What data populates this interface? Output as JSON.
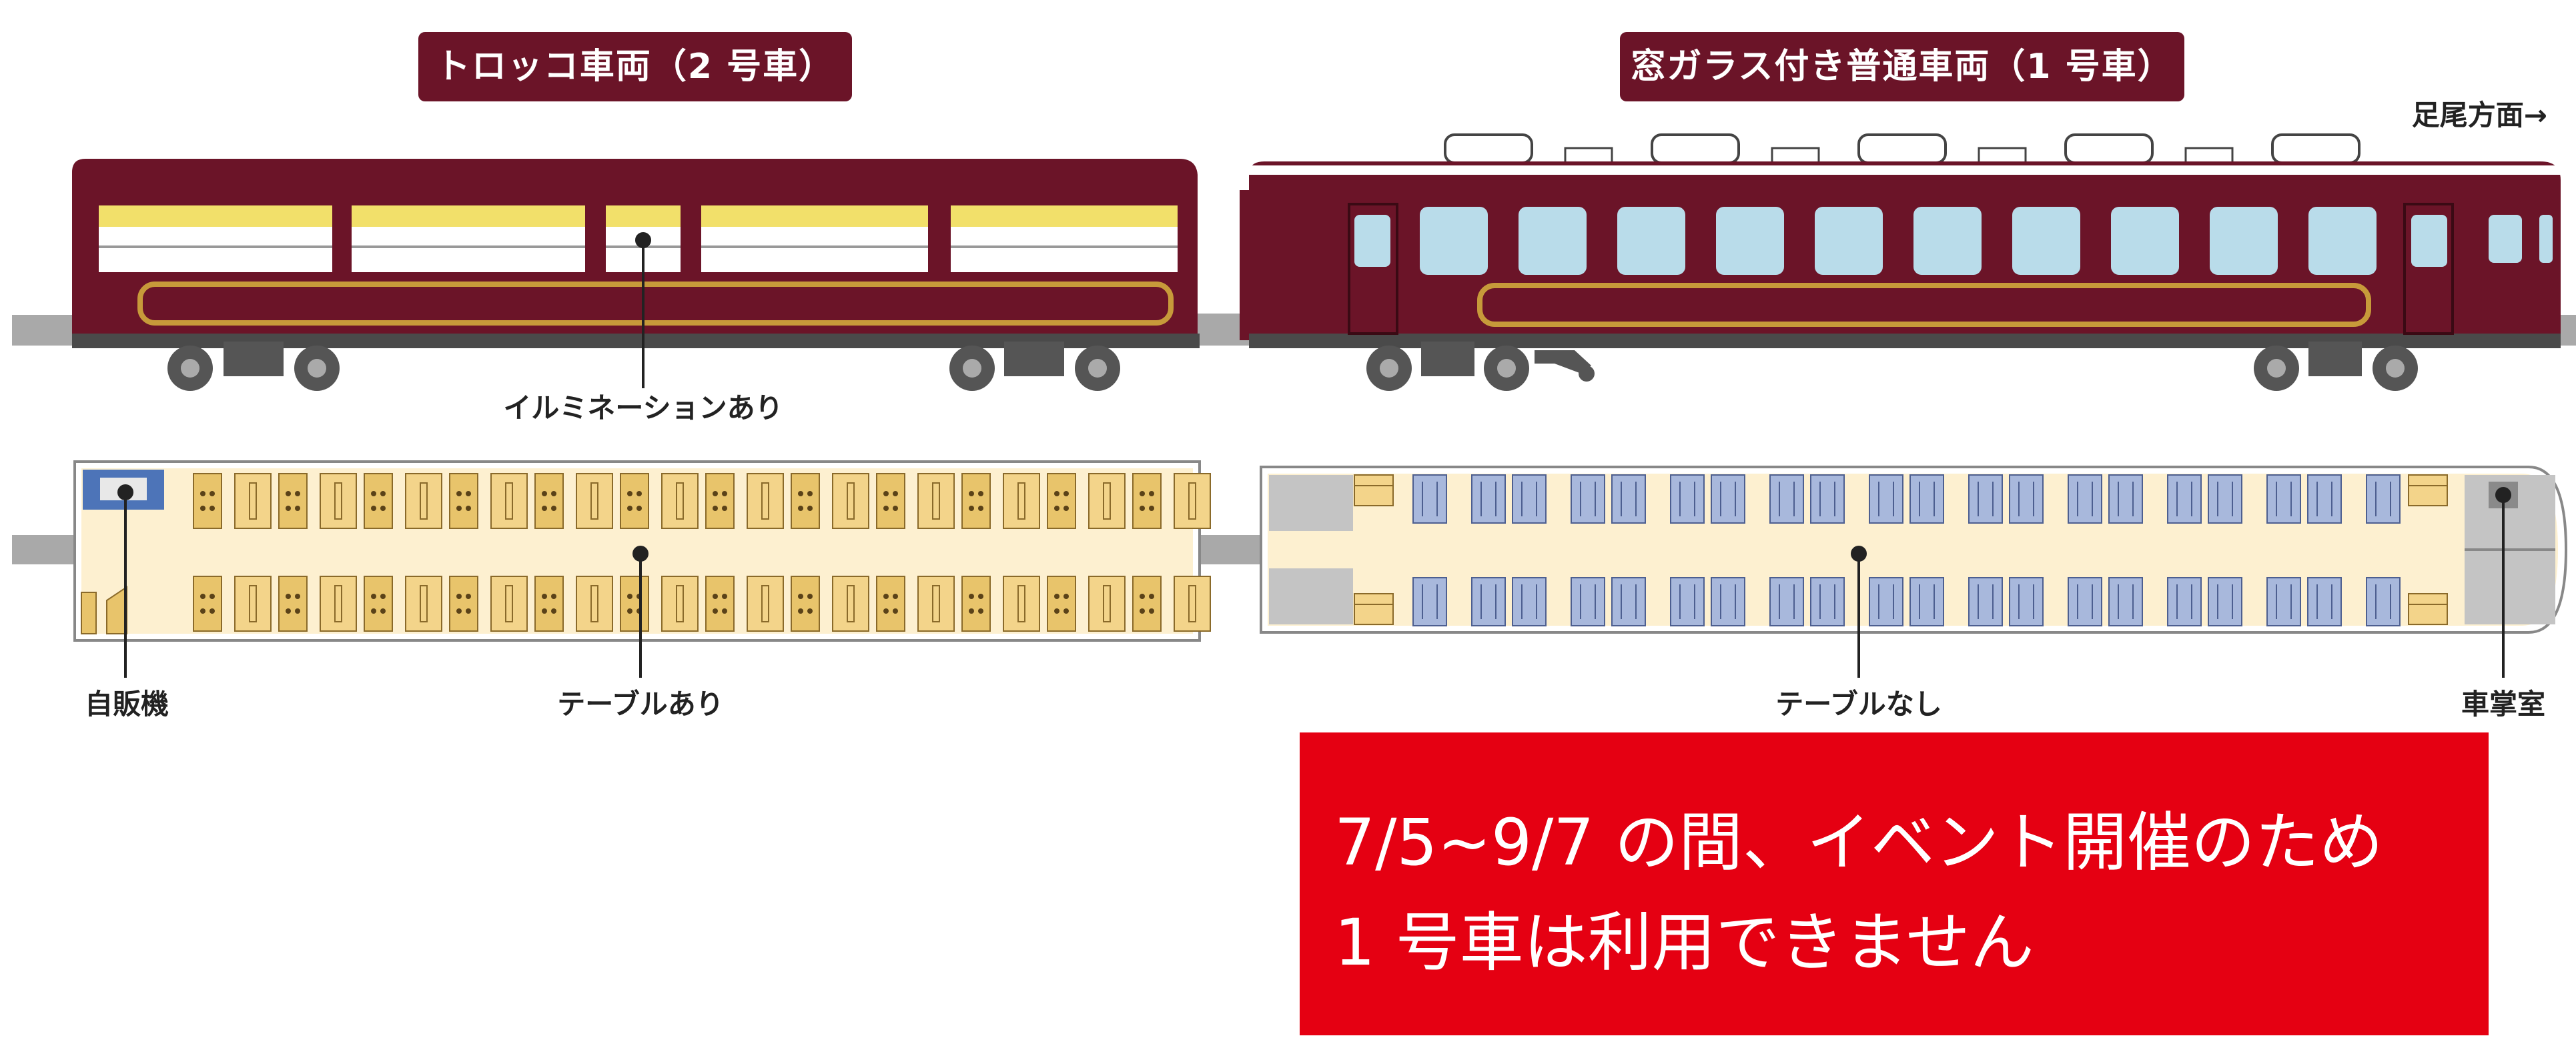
{
  "car2": {
    "title": "トロッコ車両（2 号車）"
  },
  "car1": {
    "title": "窓ガラス付き普通車両（1 号車）"
  },
  "direction": "足尾方面→",
  "labels": {
    "illumination": "イルミネーションあり",
    "vending": "自販機",
    "table_yes": "テーブルあり",
    "table_no": "テーブルなし",
    "conductor": "車掌室"
  },
  "notice": {
    "line1": "7/5~9/7 の間、イベント開催のため",
    "line2": "1 号車は利用できません"
  },
  "colors": {
    "car_body": "#6b1428",
    "window": "#b9dcea",
    "seat_wood": "#e8c46b",
    "floor": "#fdf0d0",
    "seat_blue": "#a8b8dc",
    "notice_bg": "#e50012"
  }
}
